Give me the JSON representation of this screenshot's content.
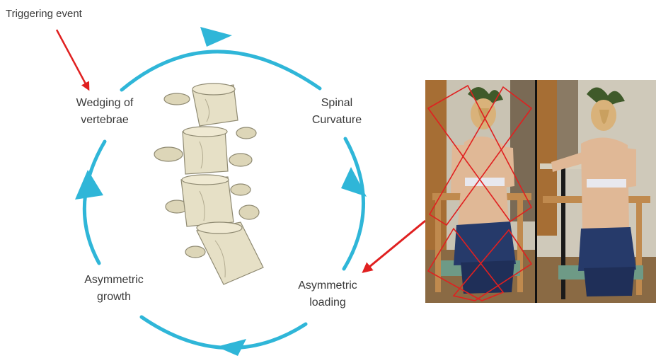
{
  "labels": {
    "trigger": "Triggering event",
    "wedging_line1": "Wedging of",
    "wedging_line2": "vertebrae",
    "spinal_line1": "Spinal",
    "spinal_line2": "Curvature",
    "asym_loading_line1": "Asymmetric",
    "asym_loading_line2": "loading",
    "asym_growth_line1": "Asymmetric",
    "asym_growth_line2": "growth"
  },
  "colors": {
    "cycle_arrow": "#2fb6d8",
    "trigger_arrow": "#e02020",
    "cross_marks": "#e02020",
    "text": "#3a3a3a",
    "bone": "#e6e0c6"
  }
}
